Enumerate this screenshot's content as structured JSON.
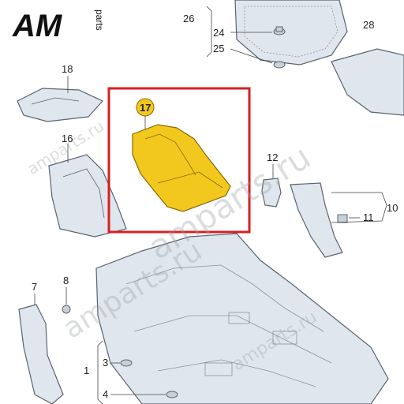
{
  "brand": {
    "logo_text": "AM",
    "logo_suffix": "parts",
    "logo_color": "#111111"
  },
  "watermark": {
    "text": "amparts.ru",
    "color": "#9aa0a6"
  },
  "highlight": {
    "part_number": "17",
    "frame_color": "#d42020",
    "part_color": "#f2c81e"
  },
  "labels": {
    "p1": "1",
    "p3": "3",
    "p4": "4",
    "p7": "7",
    "p8": "8",
    "p10": "10",
    "p11": "11",
    "p12": "12",
    "p16": "16",
    "p17": "17",
    "p18": "18",
    "p24": "24",
    "p25": "25",
    "p26": "26",
    "p28": "28"
  },
  "colors": {
    "part_fill": "#dfe6ee",
    "part_stroke": "#5a6470"
  }
}
